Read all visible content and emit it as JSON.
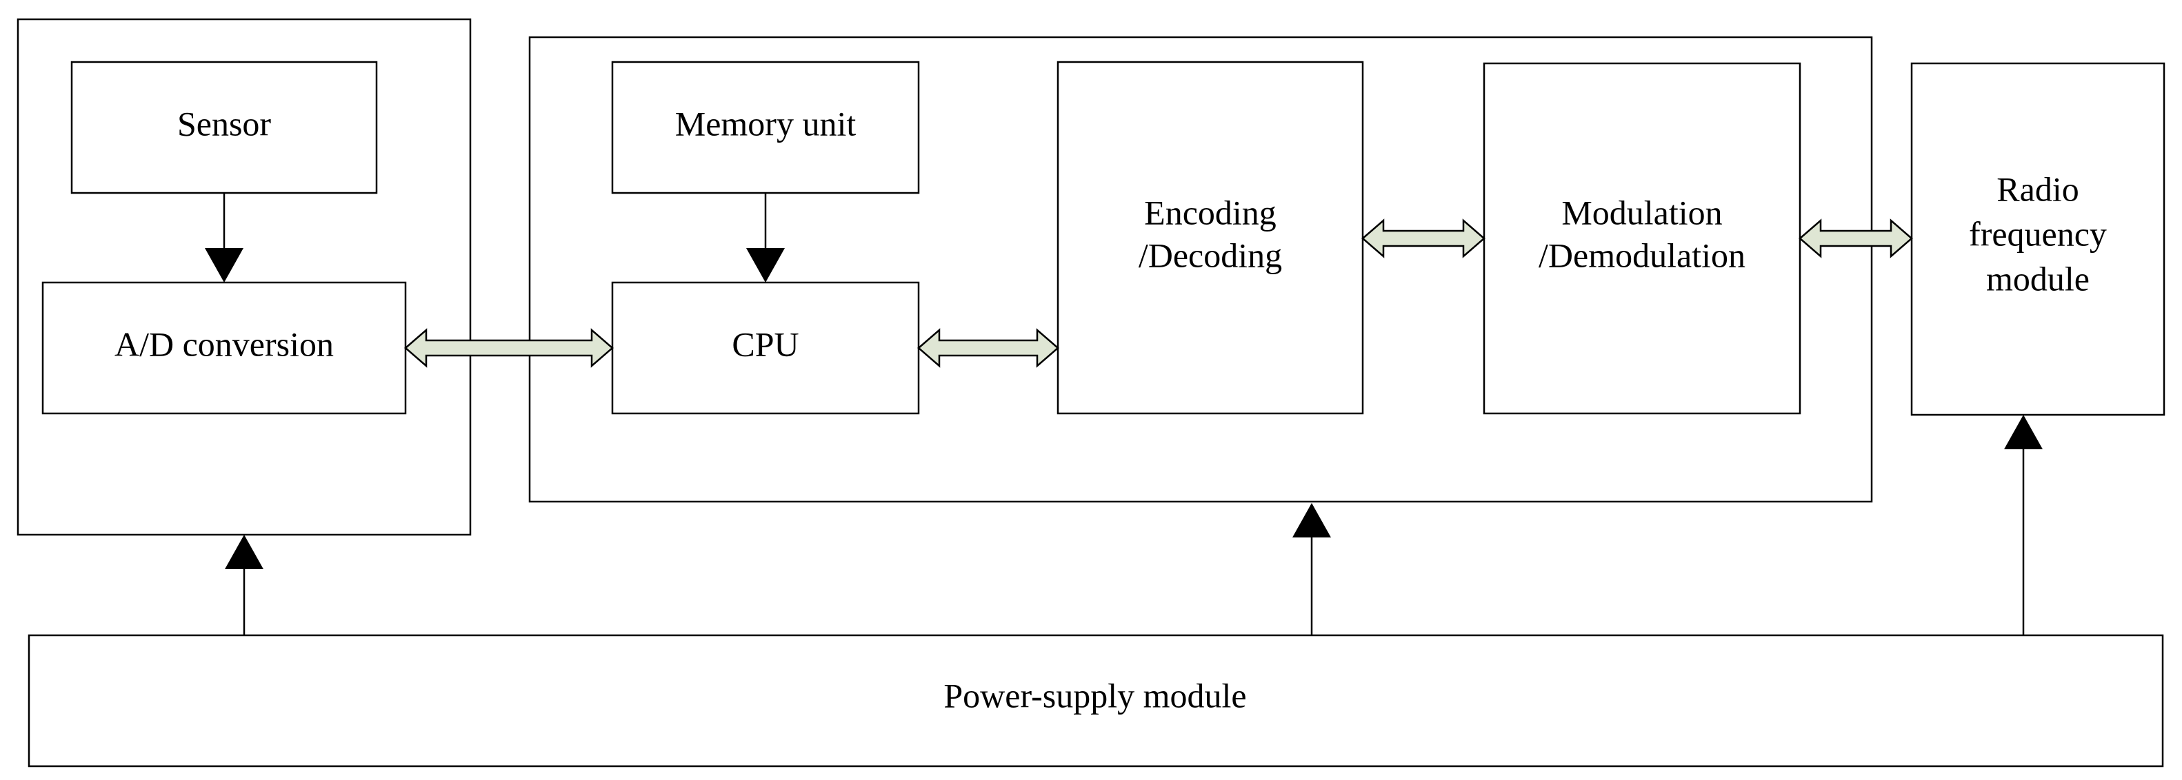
{
  "colors": {
    "double_arrow_fill": "#dfe6d4",
    "stroke": "#000000",
    "background": "#ffffff"
  },
  "blocks": {
    "sensor": "Sensor",
    "ad_conversion": "A/D conversion",
    "memory_unit": "Memory unit",
    "cpu": "CPU",
    "encoding_line1": "Encoding",
    "encoding_line2": "/Decoding",
    "modulation_line1": "Modulation",
    "modulation_line2": "/Demodulation",
    "radio_line1": "Radio",
    "radio_line2": "frequency",
    "radio_line3": "module",
    "power_supply": "Power-supply module"
  },
  "connections": [
    {
      "from": "sensor",
      "to": "ad_conversion",
      "kind": "single-arrow"
    },
    {
      "from": "memory_unit",
      "to": "cpu",
      "kind": "single-arrow"
    },
    {
      "from": "ad_conversion",
      "to": "cpu",
      "kind": "double-arrow"
    },
    {
      "from": "cpu",
      "to": "encoding_decoding",
      "kind": "double-arrow"
    },
    {
      "from": "encoding_decoding",
      "to": "modulation_demodulation",
      "kind": "double-arrow"
    },
    {
      "from": "modulation_demodulation",
      "to": "radio_frequency_module",
      "kind": "double-arrow"
    },
    {
      "from": "power_supply",
      "to": "sensing_unit",
      "kind": "single-arrow"
    },
    {
      "from": "power_supply",
      "to": "processing_unit",
      "kind": "single-arrow"
    },
    {
      "from": "power_supply",
      "to": "radio_frequency_module",
      "kind": "single-arrow"
    }
  ]
}
